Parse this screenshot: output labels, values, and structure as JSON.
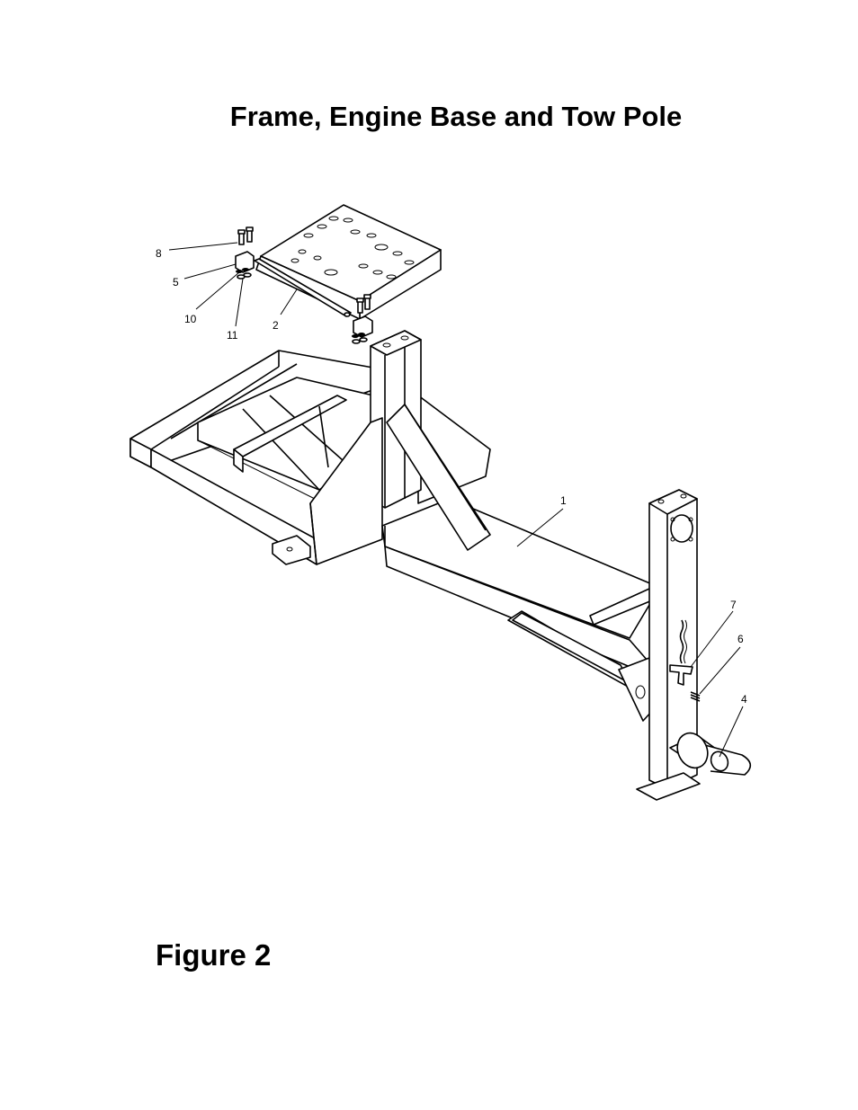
{
  "page": {
    "title": "Frame, Engine Base and Tow Pole",
    "figure_label": "Figure 2"
  },
  "diagram": {
    "callouts": [
      "8",
      "5",
      "10",
      "11",
      "2",
      "1",
      "7",
      "6",
      "4"
    ]
  }
}
